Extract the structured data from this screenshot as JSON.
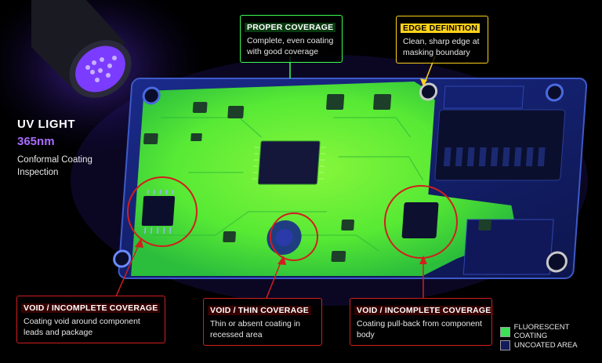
{
  "uv_panel": {
    "title": "UV LIGHT",
    "wavelength": "365nm",
    "description": "Conformal Coating Inspection"
  },
  "callouts": {
    "proper": {
      "title": "PROPER COVERAGE",
      "text": "Complete, even coating with good coverage"
    },
    "edge": {
      "title": "EDGE DEFINITION",
      "text": "Clean, sharp edge at masking boundary"
    },
    "void_left": {
      "title": "VOID / INCOMPLETE COVERAGE",
      "text": "Coating void around component leads and package"
    },
    "void_thin": {
      "title": "VOID / THIN COVERAGE",
      "text": "Thin or absent coating in recessed area"
    },
    "void_right": {
      "title": "VOID / INCOMPLETE COVERAGE",
      "text": "Coating pull-back from component body"
    }
  },
  "legend": {
    "fluorescent": {
      "label": "FLUORESCENT COATING",
      "color": "#3ee05a"
    },
    "uncoated": {
      "label": "UNCOATED AREA",
      "color": "#141a5a"
    }
  },
  "colors": {
    "coating_green": "#66ff33",
    "uv_purple": "#7b3cff",
    "callout_green": "#3cff52",
    "callout_yellow": "#ffd21a",
    "callout_red": "#d21e1e"
  },
  "icons": [
    "uv-flashlight-icon",
    "mounting-hole-icon"
  ]
}
